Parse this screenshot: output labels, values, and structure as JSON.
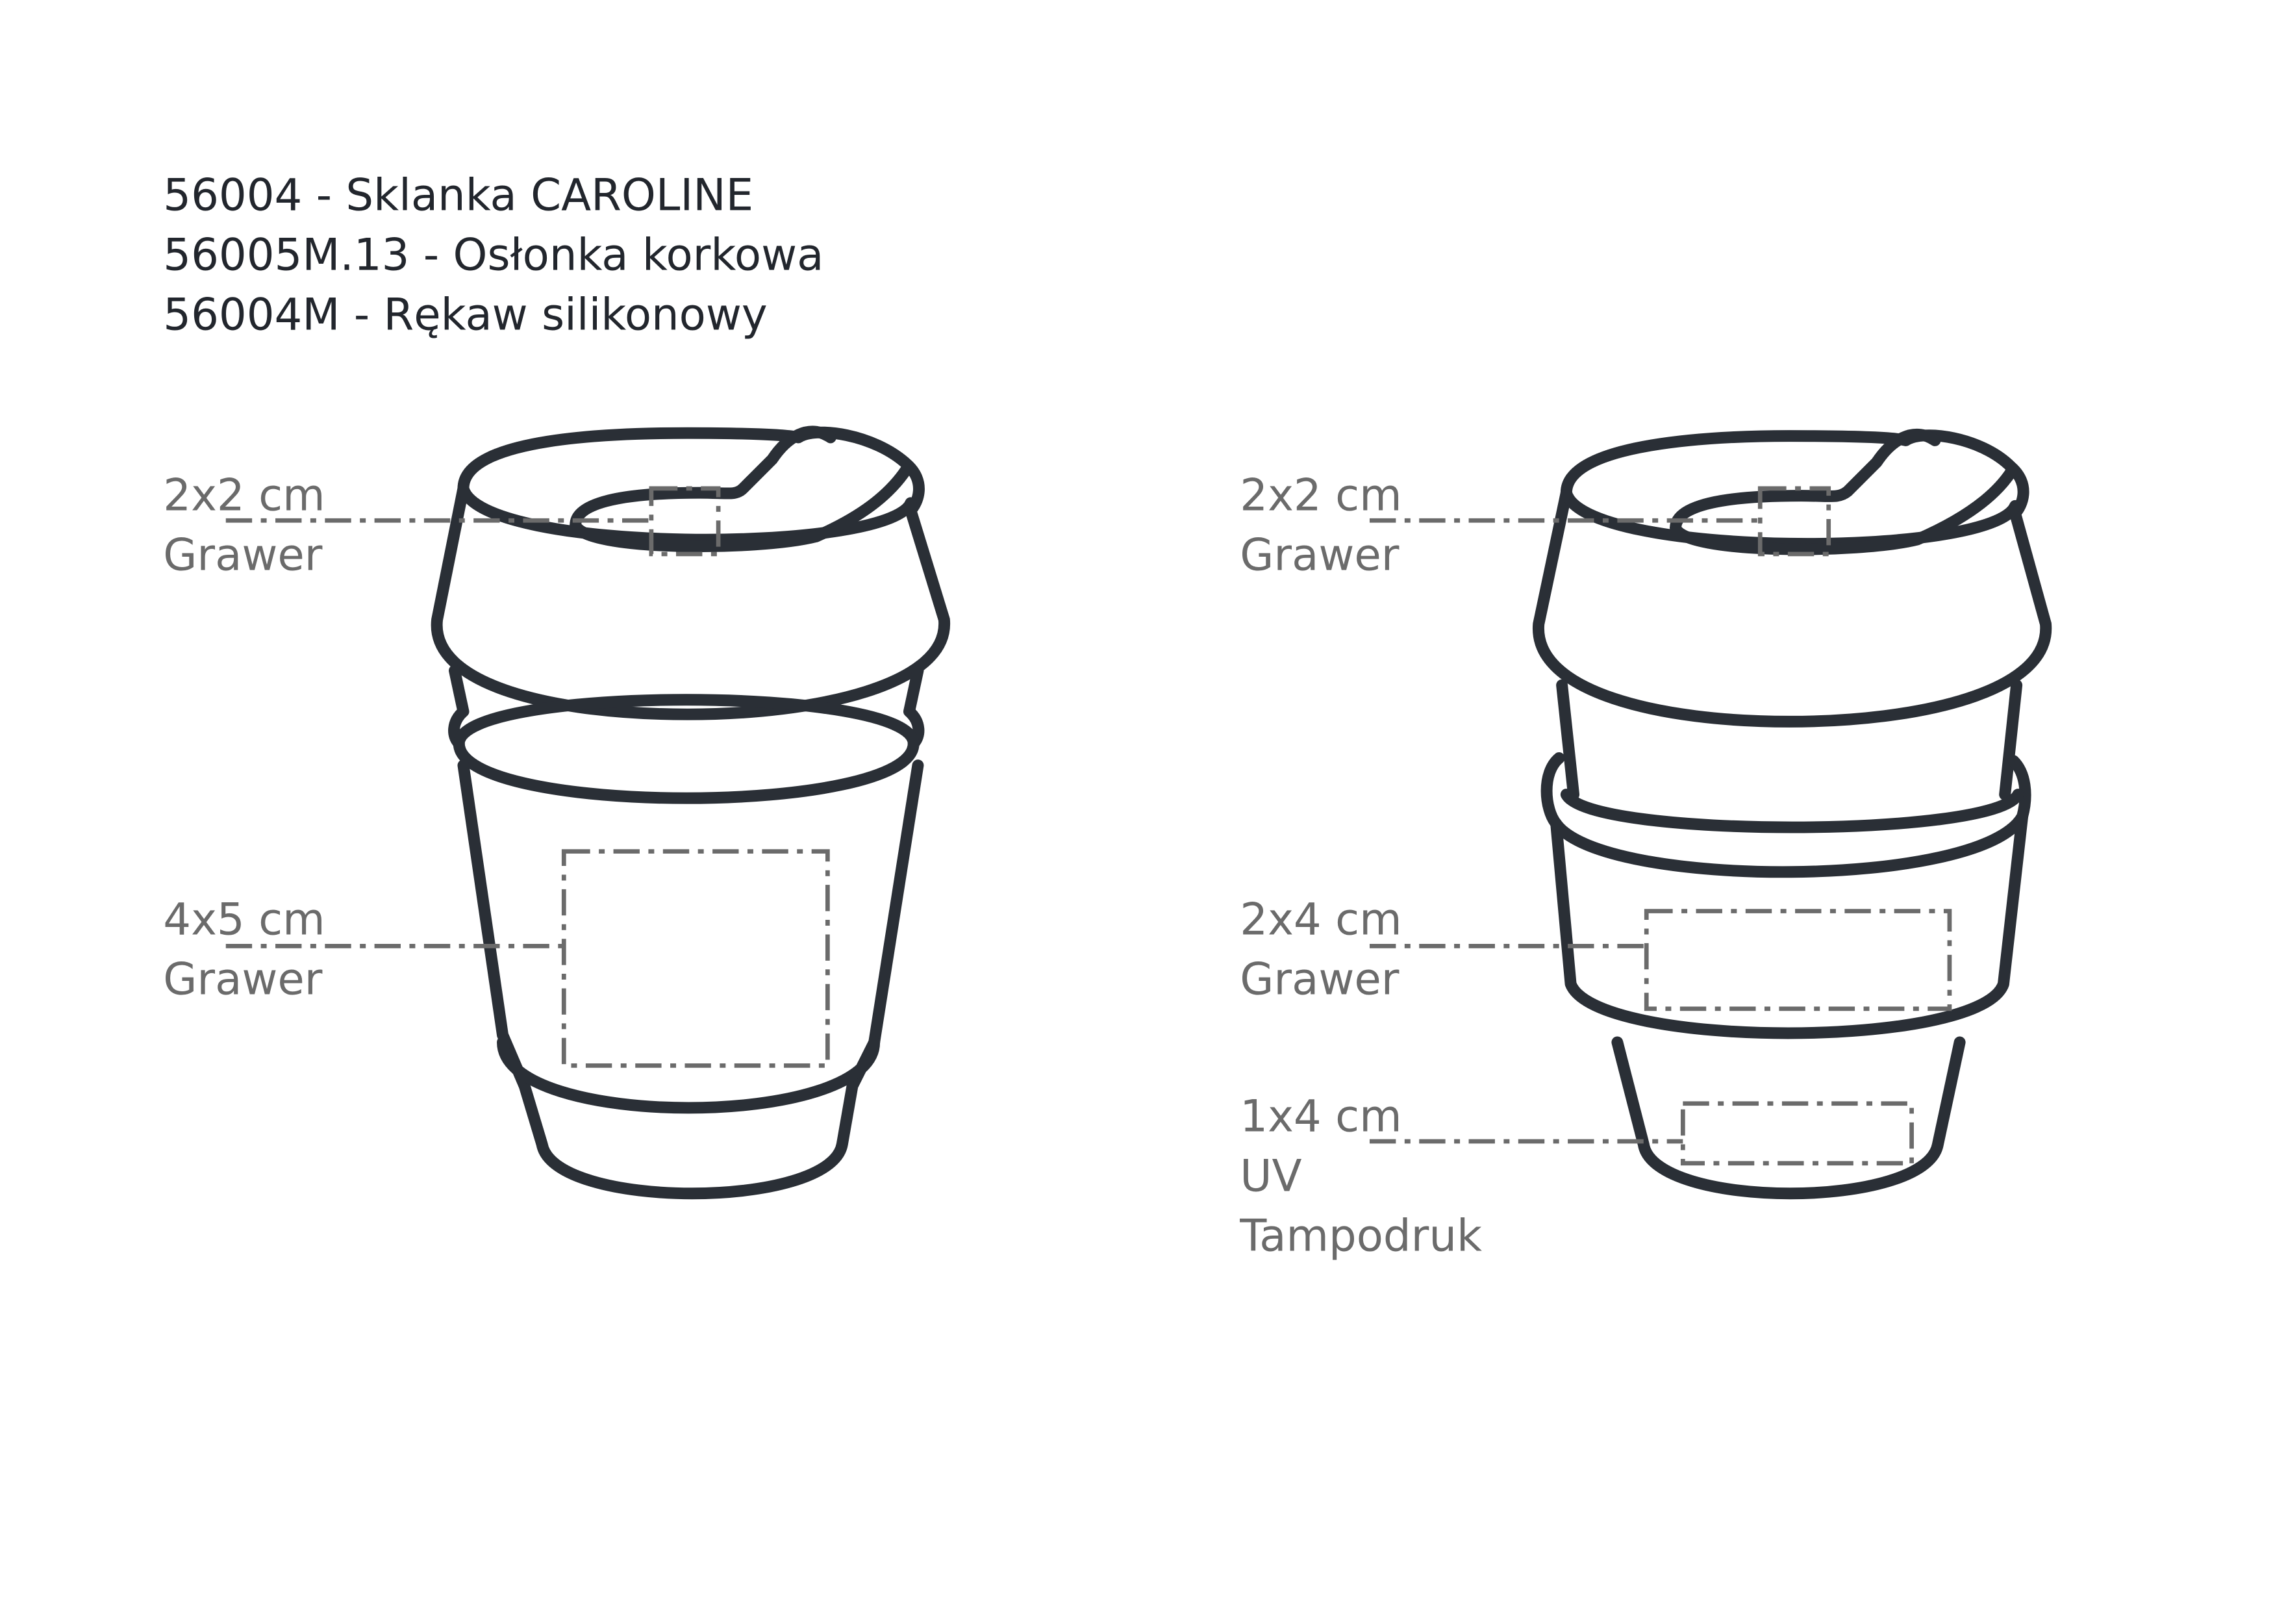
{
  "header": {
    "lines": [
      "56004 - Sklanka CAROLINE",
      "56005M.13 - Osłonka korkowa",
      "56004M - Rękaw silikonowy"
    ]
  },
  "left_cup": {
    "lid_area": {
      "size": "2x2 cm",
      "method": "Grawer"
    },
    "sleeve_area": {
      "size": "4x5 cm",
      "method": "Grawer"
    }
  },
  "right_cup": {
    "lid_area": {
      "size": "2x2 cm",
      "method": "Grawer"
    },
    "sleeve_area": {
      "size": "2x4 cm",
      "method": "Grawer"
    },
    "base_area": {
      "size": "1x4 cm",
      "method_line1": "UV",
      "method_line2": "Tampodruk"
    }
  },
  "colors": {
    "outline": "#2a2f36",
    "label": "#6b6b6b"
  }
}
